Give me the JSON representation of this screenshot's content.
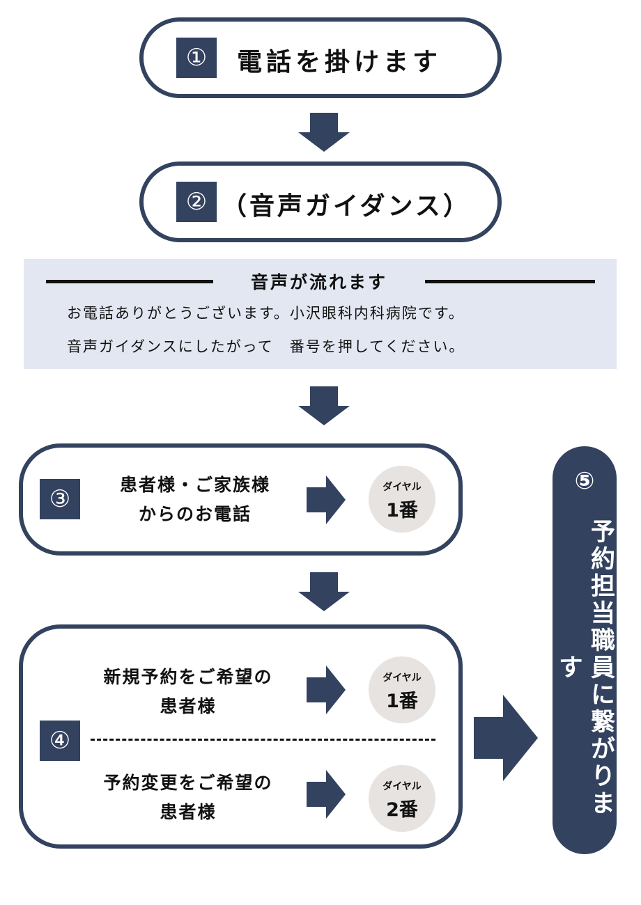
{
  "colors": {
    "navy": "#33425f",
    "panel": "#e3e7f1",
    "dial_circle": "#e6e3e0"
  },
  "step1": {
    "num": "①",
    "label": "電話を掛けます"
  },
  "step2": {
    "num": "②",
    "label": "（音声ガイダンス）"
  },
  "voice": {
    "heading": "音声が流れます",
    "lines": [
      "お電話ありがとうございます。小沢眼科内科病院です。",
      "音声ガイダンスにしたがって　番号を押してください。"
    ]
  },
  "step3": {
    "num": "③",
    "line1": "患者様・ご家族様",
    "line2": "からのお電話",
    "dial_label": "ダイヤル",
    "dial_number": "1番"
  },
  "step4": {
    "num": "④",
    "options": [
      {
        "line1": "新規予約をご希望の",
        "line2": "患者様",
        "dial_label": "ダイヤル",
        "dial_number": "1番"
      },
      {
        "line1": "予約変更をご希望の",
        "line2": "患者様",
        "dial_label": "ダイヤル",
        "dial_number": "2番"
      }
    ]
  },
  "step5": {
    "num": "⑤",
    "label": "予約担当職員に繋がります"
  }
}
